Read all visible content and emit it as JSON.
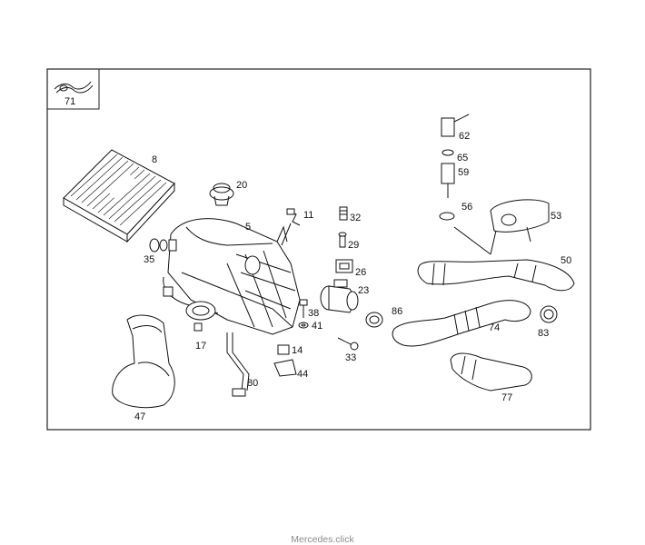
{
  "labels": {
    "p71": "71",
    "p8": "8",
    "p20": "20",
    "p5": "5",
    "p11": "11",
    "p32": "32",
    "p29": "29",
    "p26": "26",
    "p23": "23",
    "p35": "35",
    "p38": "38",
    "p41": "41",
    "p14": "14",
    "p33": "33",
    "p44": "44",
    "p17": "17",
    "p80": "80",
    "p47": "47",
    "p62": "62",
    "p65": "65",
    "p59": "59",
    "p56": "56",
    "p53": "53",
    "p50": "50",
    "p86": "86",
    "p74": "74",
    "p83": "83",
    "p77": "77"
  },
  "footer": "Mercedes.click"
}
